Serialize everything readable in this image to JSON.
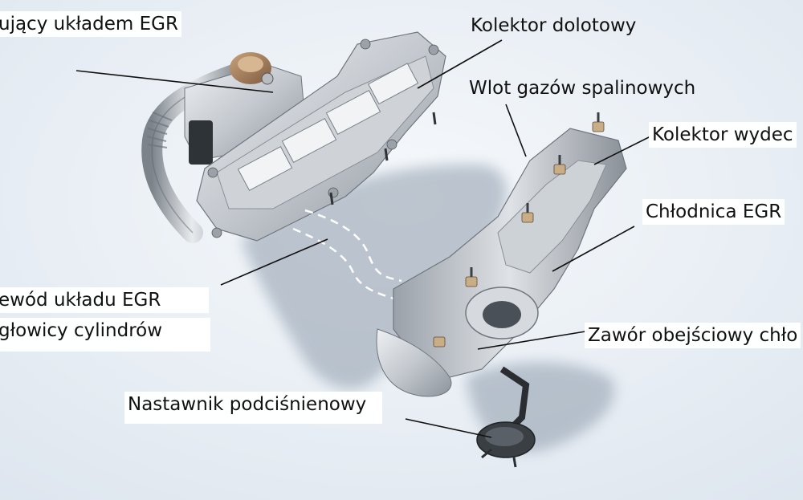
{
  "labels": {
    "valve_egr": "ujący układem EGR",
    "intake_manifold": "Kolektor dolotowy",
    "exhaust_inlet": "Wlot gazów spalinowych",
    "exhaust_manifold": "Kolektor wydec",
    "egr_cooler": "Chłodnica EGR",
    "egr_duct_line1": "ewód układu EGR",
    "egr_duct_line2": "głowicy cylindrów",
    "bypass_valve": "Zawór obejściowy chło",
    "vacuum_actuator": "Nastawnik podciśnienowy"
  },
  "colors": {
    "background_top": "#f4f7fb",
    "background_bottom": "#dfe6ee",
    "metal_light": "#d9dde2",
    "metal_mid": "#aeb4bb",
    "metal_dark": "#6f767e",
    "bronze": "#a98462",
    "shadow": "#9aa6b3",
    "leader_line": "#111111"
  }
}
